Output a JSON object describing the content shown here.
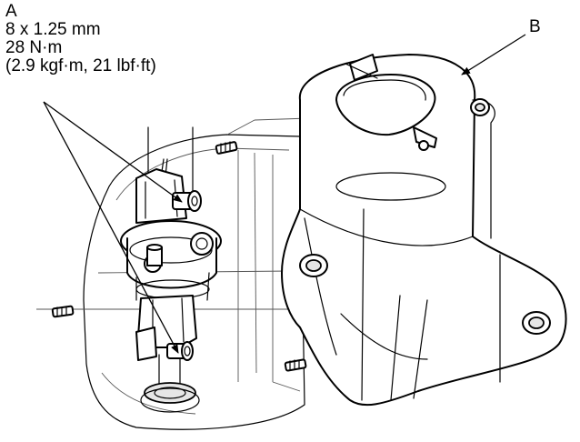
{
  "callouts": {
    "a": {
      "letter": "A",
      "lines": [
        "8 x 1.25 mm",
        "28 N·m",
        "(2.9 kgf·m, 21 lbf·ft)"
      ]
    },
    "b": {
      "letter": "B"
    }
  },
  "colors": {
    "line": "#000000",
    "fill": "#ffffff",
    "shade": "#e6e6e6"
  }
}
